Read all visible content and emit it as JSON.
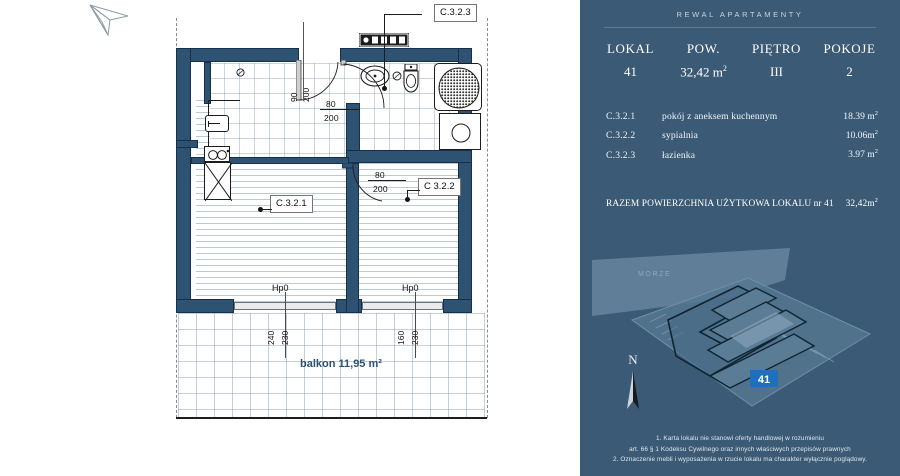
{
  "brand": "REWAL APARTAMENTY",
  "stats": [
    {
      "label": "LOKAL",
      "value": "41"
    },
    {
      "label": "POW.",
      "value": "32,42 m",
      "sup": "2"
    },
    {
      "label": "PIĘTRO",
      "value": "III"
    },
    {
      "label": "POKOJE",
      "value": "2"
    }
  ],
  "rooms": [
    {
      "code": "C.3.2.1",
      "name": "pokój z aneksem kuchennym",
      "area": "18.39 m",
      "sup": "2"
    },
    {
      "code": "C.3.2.2",
      "name": "sypialnia",
      "area": "10.06m",
      "sup": "2"
    },
    {
      "code": "C.3.2.3",
      "name": "łazienka",
      "area": "3.97 m",
      "sup": "2"
    }
  ],
  "total": {
    "label": "RAZEM POWIERZCHNIA UŻYTKOWA LOKALU nr 41",
    "value": "32,42m",
    "sup": "2"
  },
  "siteplan": {
    "sea_label": "MORZE",
    "unit_marker": "41",
    "north_letter": "N"
  },
  "footer": {
    "line1": "1. Karta lokalu nie stanowi oferty handlowej w rozumieniu",
    "line2": "art. 66 § 1 Kodeksu Cywilnego oraz innych właściwych przepisów prawnych",
    "line3": "2. Oznaczenie mebli i wyposażenia w rzucie lokalu ma charakter wyłącznie poglądowy."
  },
  "plan": {
    "callouts": [
      {
        "id": "c1",
        "text": "C.3.2.1"
      },
      {
        "id": "c2",
        "text": "C 3.2.2"
      },
      {
        "id": "c3",
        "text": "C.3.2.3"
      }
    ],
    "doors": [
      {
        "id": "d-bath",
        "w": "90",
        "h": "200"
      },
      {
        "id": "d-hall",
        "w": "80",
        "h": "200"
      },
      {
        "id": "d-bedroom",
        "w": "80",
        "h": "200"
      }
    ],
    "windows": [
      {
        "id": "w-left",
        "sill": "Hp0",
        "w": "240",
        "h": "230"
      },
      {
        "id": "w-right",
        "sill": "Hp0",
        "w": "160",
        "h": "230"
      }
    ],
    "balcony_label": "balkon 11,95 m²"
  },
  "colors": {
    "panel_bg": "#3b5a75",
    "wall": "#2e5372",
    "accent": "#1f6fbf",
    "plan_line": "#7896af"
  }
}
